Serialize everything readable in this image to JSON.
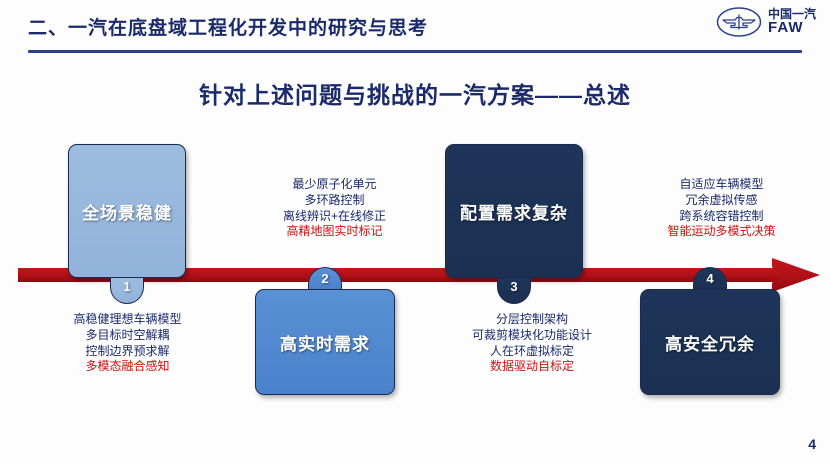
{
  "header": {
    "section_title": "二、一汽在底盘域工程化开发中的研究与思考",
    "logo": {
      "icon": "faw-oval-logo",
      "cn": "中国一汽",
      "en": "FAW"
    }
  },
  "main": {
    "title": "针对上述问题与挑战的一汽方案——总述",
    "arrow": {
      "icon": "right-arrow",
      "color": "#b01116"
    },
    "nodes": [
      {
        "number": "1",
        "label": "全场景稳健",
        "color": "#92b3da",
        "position": "above"
      },
      {
        "number": "2",
        "label": "高实时需求",
        "color": "#4a82cb",
        "position": "below"
      },
      {
        "number": "3",
        "label": "配置需求复杂",
        "color": "#1e3559",
        "position": "above"
      },
      {
        "number": "4",
        "label": "高安全冗余",
        "color": "#1e3559",
        "position": "below"
      }
    ],
    "text_blocks": [
      {
        "for_node": "1",
        "position": "below",
        "lines": [
          {
            "text": "高稳健理想车辆模型",
            "accent": false
          },
          {
            "text": "多目标时空解耦",
            "accent": false
          },
          {
            "text": "控制边界预求解",
            "accent": false
          },
          {
            "text": "多模态融合感知",
            "accent": true
          }
        ]
      },
      {
        "for_node": "2",
        "position": "above",
        "lines": [
          {
            "text": "最少原子化单元",
            "accent": false
          },
          {
            "text": "多环路控制",
            "accent": false
          },
          {
            "text": "离线辨识+在线修正",
            "accent": false
          },
          {
            "text": "高精地图实时标记",
            "accent": true
          }
        ]
      },
      {
        "for_node": "3",
        "position": "below",
        "lines": [
          {
            "text": "分层控制架构",
            "accent": false
          },
          {
            "text": "可裁剪模块化功能设计",
            "accent": false
          },
          {
            "text": "人在环虚拟标定",
            "accent": false
          },
          {
            "text": "数据驱动自标定",
            "accent": true
          }
        ]
      },
      {
        "for_node": "4",
        "position": "above",
        "lines": [
          {
            "text": "自适应车辆模型",
            "accent": false
          },
          {
            "text": "冗余虚拟传感",
            "accent": false
          },
          {
            "text": "跨系统容错控制",
            "accent": false
          },
          {
            "text": "智能运动多模式决策",
            "accent": true
          }
        ]
      }
    ]
  },
  "footer": {
    "page_number": "4"
  },
  "colors": {
    "navy": "#1b2a6b",
    "red": "#cc1111",
    "arrow_red": "#b01116"
  }
}
